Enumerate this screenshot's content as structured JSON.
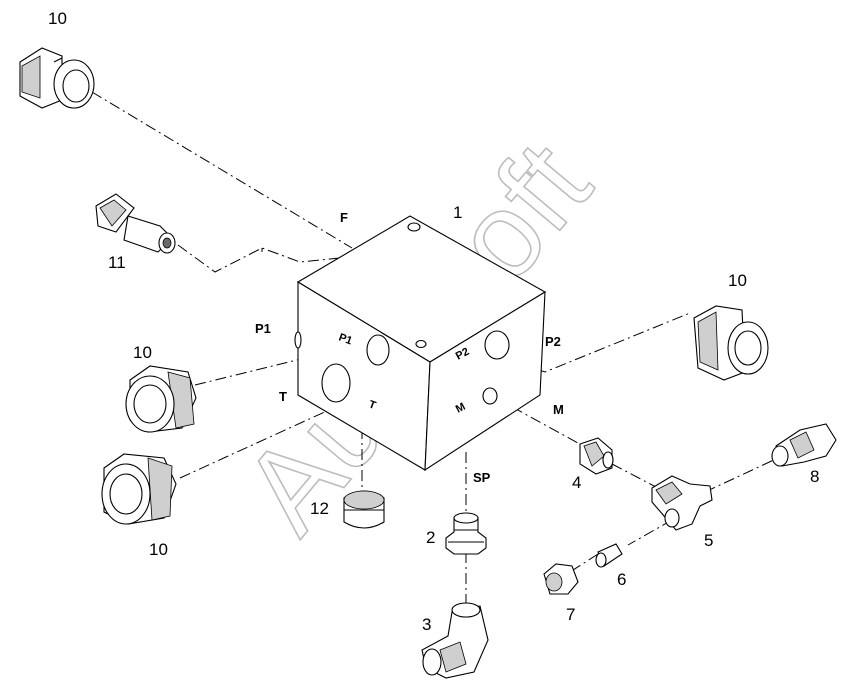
{
  "diagram": {
    "watermark": "AutoSoft",
    "corner_mark": "",
    "callouts": [
      {
        "id": "c10a",
        "text": "10"
      },
      {
        "id": "c11",
        "text": "11"
      },
      {
        "id": "c1",
        "text": "1"
      },
      {
        "id": "c10b",
        "text": "10"
      },
      {
        "id": "c10c",
        "text": "10"
      },
      {
        "id": "c10d",
        "text": "10"
      },
      {
        "id": "c12",
        "text": "12"
      },
      {
        "id": "c2",
        "text": "2"
      },
      {
        "id": "c3",
        "text": "3"
      },
      {
        "id": "c4",
        "text": "4"
      },
      {
        "id": "c5",
        "text": "5"
      },
      {
        "id": "c6",
        "text": "6"
      },
      {
        "id": "c7",
        "text": "7"
      },
      {
        "id": "c8",
        "text": "8"
      }
    ],
    "port_labels": {
      "F": "F",
      "P1": "P1",
      "P2": "P2",
      "T": "T",
      "M": "M",
      "SP": "SP"
    },
    "face_labels": {
      "P1": "P1",
      "P2": "P2",
      "T": "T",
      "M": "M"
    }
  }
}
